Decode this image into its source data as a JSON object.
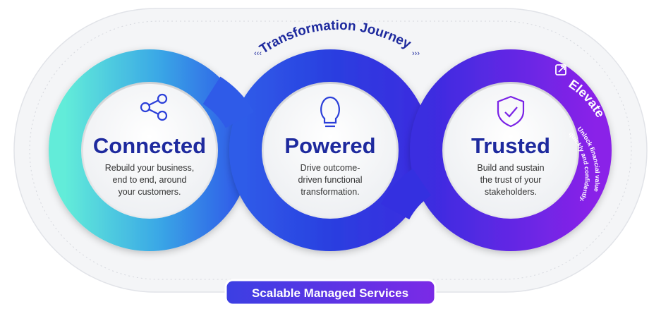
{
  "journey_label": "Transformation Journey",
  "pillars": [
    {
      "icon": "share-icon",
      "title": "Connected",
      "description": [
        "Rebuild your business,",
        "end to end, around",
        "your customers."
      ]
    },
    {
      "icon": "lightbulb-icon",
      "title": "Powered",
      "description": [
        "Drive outcome-",
        "driven functional",
        "transformation."
      ]
    },
    {
      "icon": "shield-check-icon",
      "title": "Trusted",
      "description": [
        "Build and sustain",
        "the trust of your",
        "stakeholders."
      ]
    }
  ],
  "elevate": {
    "label": "Elevate",
    "icon": "expand-arrow-icon",
    "tagline_1": "Unlock financial value",
    "tagline_2": "quickly and confidently."
  },
  "footer_badge": "Scalable Managed Services",
  "colors": {
    "title": "#1e2a9e",
    "teal": "#5ee6dc",
    "blue": "#2b3ee0",
    "purple": "#7a22e6",
    "badge": "#4a2fe0"
  }
}
